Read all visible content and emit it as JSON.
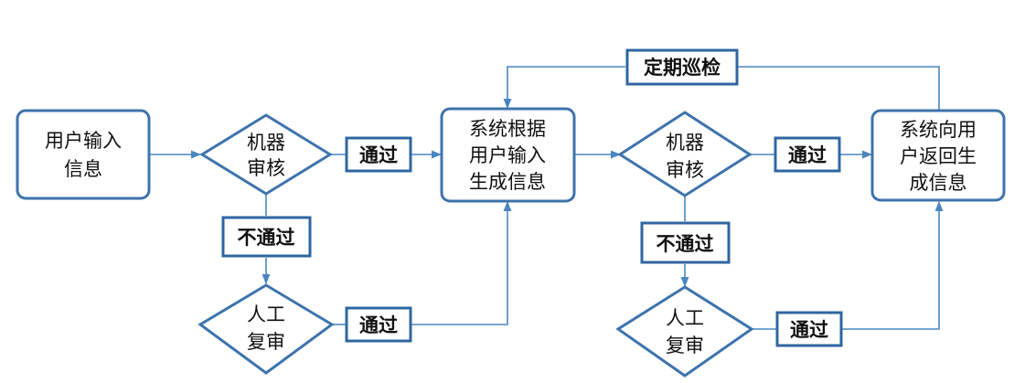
{
  "colors": {
    "node_border": "#3d73ad",
    "label_border": "#2f66a0",
    "connector": "#4a86c0",
    "text": "#111111",
    "background": "#ffffff"
  },
  "nodes": {
    "user_input": [
      "用户输入",
      "信息"
    ],
    "machine_review_1": [
      "机器",
      "审核"
    ],
    "manual_review_1": [
      "人工",
      "复审"
    ],
    "system_generate": [
      "系统根据",
      "用户输入",
      "生成信息"
    ],
    "machine_review_2": [
      "机器",
      "审核"
    ],
    "manual_review_2": [
      "人工",
      "复审"
    ],
    "system_return": [
      "系统向用",
      "户返回生",
      "成信息"
    ]
  },
  "labels": {
    "pass_1": "通过",
    "fail_1": "不通过",
    "pass_manual_1": "通过",
    "pass_2": "通过",
    "fail_2": "不通过",
    "pass_manual_2": "通过",
    "periodic_check": "定期巡检"
  }
}
